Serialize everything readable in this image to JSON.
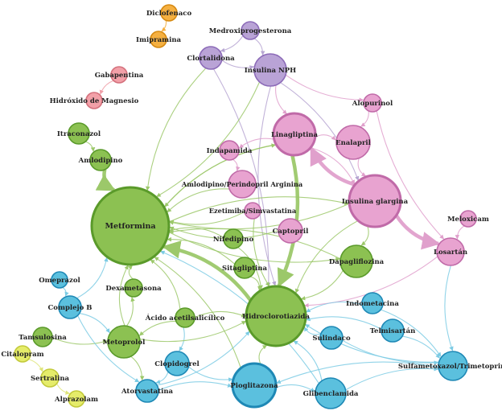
{
  "colors": {
    "green": {
      "fill": "#8cc152",
      "stroke": "#5a9a2a",
      "edge": "#9cc86a"
    },
    "blue": {
      "fill": "#5bc0de",
      "stroke": "#1e88b5",
      "edge": "#7ccbe4"
    },
    "purple": {
      "fill": "#b9a3d6",
      "stroke": "#8c6bb8",
      "edge": "#b7a6d2"
    },
    "pink": {
      "fill": "#e8a3d0",
      "stroke": "#c06aa8",
      "edge": "#e0a0cc"
    },
    "red": {
      "fill": "#f2a0a8",
      "stroke": "#d4707c",
      "edge": "#f0a0a8"
    },
    "orange": {
      "fill": "#f5b041",
      "stroke": "#d68910",
      "edge": "#f5b041"
    },
    "yellow": {
      "fill": "#e5ec6a",
      "stroke": "#c2c93a",
      "edge": "#dfe57a"
    }
  },
  "nodes": [
    {
      "id": "diclofenaco",
      "label": "Diclofenaco",
      "group": "orange"
    },
    {
      "id": "imipramina",
      "label": "Imipramina",
      "group": "orange"
    },
    {
      "id": "medroxiprogesterona",
      "label": "Medroxiprogesterona",
      "group": "purple"
    },
    {
      "id": "clortalidona",
      "label": "Clortalidona",
      "group": "purple"
    },
    {
      "id": "insulina_nph",
      "label": "Insulina NPH",
      "group": "purple"
    },
    {
      "id": "gabapentina",
      "label": "Gabapentina",
      "group": "red"
    },
    {
      "id": "hidroxido_magnesio",
      "label": "Hidróxido de Magnesio",
      "group": "red"
    },
    {
      "id": "alopurinol",
      "label": "Alopurinol",
      "group": "pink"
    },
    {
      "id": "itraconazol",
      "label": "Itraconazol",
      "group": "green"
    },
    {
      "id": "linagliptina",
      "label": "Linagliptina",
      "group": "pink"
    },
    {
      "id": "enalapril",
      "label": "Enalapril",
      "group": "pink"
    },
    {
      "id": "amlodipino",
      "label": "Amlodipino",
      "group": "green"
    },
    {
      "id": "indapamida",
      "label": "Indapamida",
      "group": "pink"
    },
    {
      "id": "amlodipino_perindopril",
      "label": "Amlodipino/Perindopril Arginina",
      "group": "pink"
    },
    {
      "id": "metformina",
      "label": "Metformina",
      "group": "green"
    },
    {
      "id": "insulina_glargina",
      "label": "Insulina glargina",
      "group": "pink"
    },
    {
      "id": "ezetimiba",
      "label": "Ezetimiba/Simvastatina",
      "group": "pink"
    },
    {
      "id": "meloxicam",
      "label": "Meloxicam",
      "group": "pink"
    },
    {
      "id": "captopril",
      "label": "Captopril",
      "group": "pink"
    },
    {
      "id": "nifedipino",
      "label": "Nifedipino",
      "group": "green"
    },
    {
      "id": "losartan",
      "label": "Losartán",
      "group": "pink"
    },
    {
      "id": "sitagliptina",
      "label": "Sitagliptina",
      "group": "green"
    },
    {
      "id": "dapagliflozina",
      "label": "Dapagliflozina",
      "group": "green"
    },
    {
      "id": "omeprazol",
      "label": "Omeprazol",
      "group": "blue"
    },
    {
      "id": "dexametasona",
      "label": "Dexametasona",
      "group": "green"
    },
    {
      "id": "complejo_b",
      "label": "Complejo B",
      "group": "blue"
    },
    {
      "id": "indometacina",
      "label": "Indometacina",
      "group": "blue"
    },
    {
      "id": "acido_acetilsalicilico",
      "label": "Ácido acetilsalicílico",
      "group": "green"
    },
    {
      "id": "hidroclorotiazida",
      "label": "Hidroclorotiazida",
      "group": "green"
    },
    {
      "id": "tamsulosina",
      "label": "Tamsulosina",
      "group": "green"
    },
    {
      "id": "telmisartan",
      "label": "Telmisartán",
      "group": "blue"
    },
    {
      "id": "sulindaco",
      "label": "Sulindaco",
      "group": "blue"
    },
    {
      "id": "metoprolol",
      "label": "Metoprolol",
      "group": "green"
    },
    {
      "id": "citalopram",
      "label": "Citalopram",
      "group": "yellow"
    },
    {
      "id": "clopidogrel",
      "label": "Clopidogrel",
      "group": "blue"
    },
    {
      "id": "sulfametoxazol",
      "label": "Sulfametoxazol/Trimetoprim",
      "group": "blue"
    },
    {
      "id": "sertralina",
      "label": "Sertralina",
      "group": "yellow"
    },
    {
      "id": "atorvastatina",
      "label": "Atorvastatina",
      "group": "blue"
    },
    {
      "id": "pioglitazona",
      "label": "Pioglitazona",
      "group": "blue"
    },
    {
      "id": "glibenclamida",
      "label": "Glibenclamida",
      "group": "blue"
    },
    {
      "id": "alprazolam",
      "label": "Alprazolam",
      "group": "yellow"
    }
  ],
  "edges": [
    {
      "from": "diclofenaco",
      "to": "imipramina",
      "group": "orange"
    },
    {
      "from": "gabapentina",
      "to": "hidroxido_magnesio",
      "group": "red"
    },
    {
      "from": "citalopram",
      "to": "sertralina",
      "group": "yellow"
    },
    {
      "from": "sertralina",
      "to": "alprazolam",
      "group": "yellow"
    },
    {
      "from": "medroxiprogesterona",
      "to": "insulina_nph",
      "group": "purple"
    },
    {
      "from": "clortalidona",
      "to": "insulina_nph",
      "group": "purple"
    },
    {
      "from": "medroxiprogesterona",
      "to": "clortalidona",
      "group": "purple"
    },
    {
      "from": "clortalidona",
      "to": "metformina",
      "group": "green"
    },
    {
      "from": "clortalidona",
      "to": "hidroclorotiazida",
      "group": "purple"
    },
    {
      "from": "insulina_nph",
      "to": "linagliptina",
      "group": "pink"
    },
    {
      "from": "insulina_nph",
      "to": "insulina_glargina",
      "group": "purple"
    },
    {
      "from": "insulina_nph",
      "to": "alopurinol",
      "group": "pink"
    },
    {
      "from": "insulina_nph",
      "to": "metformina",
      "group": "green"
    },
    {
      "from": "insulina_nph",
      "to": "hidroclorotiazida",
      "group": "purple"
    },
    {
      "from": "alopurinol",
      "to": "enalapril",
      "group": "pink"
    },
    {
      "from": "alopurinol",
      "to": "losartan",
      "group": "pink"
    },
    {
      "from": "itraconazol",
      "to": "amlodipino",
      "group": "green"
    },
    {
      "from": "amlodipino",
      "to": "metformina",
      "group": "green",
      "heavy": true
    },
    {
      "from": "linagliptina",
      "to": "enalapril",
      "group": "pink"
    },
    {
      "from": "linagliptina",
      "to": "indapamida",
      "group": "pink"
    },
    {
      "from": "linagliptina",
      "to": "insulina_glargina",
      "group": "pink"
    },
    {
      "from": "linagliptina",
      "to": "metformina",
      "group": "green"
    },
    {
      "from": "linagliptina",
      "to": "hidroclorotiazida",
      "group": "green",
      "heavy": true
    },
    {
      "from": "enalapril",
      "to": "insulina_glargina",
      "group": "pink"
    },
    {
      "from": "indapamida",
      "to": "amlodipino_perindopril",
      "group": "pink"
    },
    {
      "from": "amlodipino_perindopril",
      "to": "metformina",
      "group": "green"
    },
    {
      "from": "insulina_glargina",
      "to": "linagliptina",
      "group": "pink",
      "heavy": true
    },
    {
      "from": "insulina_glargina",
      "to": "losartan",
      "group": "pink",
      "heavy": true
    },
    {
      "from": "insulina_glargina",
      "to": "metformina",
      "group": "green"
    },
    {
      "from": "insulina_glargina",
      "to": "hidroclorotiazida",
      "group": "green"
    },
    {
      "from": "insulina_glargina",
      "to": "dapagliflozina",
      "group": "green"
    },
    {
      "from": "meloxicam",
      "to": "losartan",
      "group": "pink"
    },
    {
      "from": "ezetimiba",
      "to": "metformina",
      "group": "green"
    },
    {
      "from": "ezetimiba",
      "to": "hidroclorotiazida",
      "group": "green"
    },
    {
      "from": "captopril",
      "to": "metformina",
      "group": "green"
    },
    {
      "from": "nifedipino",
      "to": "metformina",
      "group": "green"
    },
    {
      "from": "nifedipino",
      "to": "hidroclorotiazida",
      "group": "green"
    },
    {
      "from": "sitagliptina",
      "to": "metformina",
      "group": "green"
    },
    {
      "from": "sitagliptina",
      "to": "hidroclorotiazida",
      "group": "green"
    },
    {
      "from": "dapagliflozina",
      "to": "metformina",
      "group": "green"
    },
    {
      "from": "dapagliflozina",
      "to": "hidroclorotiazida",
      "group": "green"
    },
    {
      "from": "losartan",
      "to": "sulfametoxazol",
      "group": "blue"
    },
    {
      "from": "losartan",
      "to": "hidroclorotiazida",
      "group": "pink"
    },
    {
      "from": "hidroclorotiazida",
      "to": "metformina",
      "group": "green",
      "heavy": true
    },
    {
      "from": "dexametasona",
      "to": "metformina",
      "group": "green"
    },
    {
      "from": "acido_acetilsalicilico",
      "to": "metformina",
      "group": "green"
    },
    {
      "from": "acido_acetilsalicilico",
      "to": "hidroclorotiazida",
      "group": "green"
    },
    {
      "from": "acido_acetilsalicilico",
      "to": "metoprolol",
      "group": "green"
    },
    {
      "from": "acido_acetilsalicilico",
      "to": "clopidogrel",
      "group": "blue"
    },
    {
      "from": "tamsulosina",
      "to": "metoprolol",
      "group": "green"
    },
    {
      "from": "metoprolol",
      "to": "metformina",
      "group": "green"
    },
    {
      "from": "metoprolol",
      "to": "hidroclorotiazida",
      "group": "green"
    },
    {
      "from": "metoprolol",
      "to": "atorvastatina",
      "group": "green"
    },
    {
      "from": "metoprolol",
      "to": "dexametasona",
      "group": "green"
    },
    {
      "from": "omeprazol",
      "to": "complejo_b",
      "group": "blue"
    },
    {
      "from": "complejo_b",
      "to": "metformina",
      "group": "blue"
    },
    {
      "from": "complejo_b",
      "to": "metoprolol",
      "group": "blue"
    },
    {
      "from": "complejo_b",
      "to": "atorvastatina",
      "group": "blue"
    },
    {
      "from": "clopidogrel",
      "to": "atorvastatina",
      "group": "blue"
    },
    {
      "from": "clopidogrel",
      "to": "pioglitazona",
      "group": "blue"
    },
    {
      "from": "atorvastatina",
      "to": "pioglitazona",
      "group": "blue"
    },
    {
      "from": "atorvastatina",
      "to": "hidroclorotiazida",
      "group": "blue"
    },
    {
      "from": "pioglitazona",
      "to": "hidroclorotiazida",
      "group": "green"
    },
    {
      "from": "pioglitazona",
      "to": "metformina",
      "group": "green"
    },
    {
      "from": "pioglitazona",
      "to": "glibenclamida",
      "group": "blue"
    },
    {
      "from": "glibenclamida",
      "to": "hidroclorotiazida",
      "group": "blue"
    },
    {
      "from": "glibenclamida",
      "to": "sulfametoxazol",
      "group": "blue"
    },
    {
      "from": "glibenclamida",
      "to": "metformina",
      "group": "blue"
    },
    {
      "from": "sulindaco",
      "to": "hidroclorotiazida",
      "group": "blue"
    },
    {
      "from": "sulindaco",
      "to": "sulfametoxazol",
      "group": "blue"
    },
    {
      "from": "indometacina",
      "to": "sulfametoxazol",
      "group": "blue"
    },
    {
      "from": "indometacina",
      "to": "hidroclorotiazida",
      "group": "blue"
    },
    {
      "from": "telmisartan",
      "to": "sulfametoxazol",
      "group": "blue"
    },
    {
      "from": "telmisartan",
      "to": "hidroclorotiazida",
      "group": "blue"
    },
    {
      "from": "sulfametoxazol",
      "to": "hidroclorotiazida",
      "group": "blue"
    },
    {
      "from": "sulfametoxazol",
      "to": "pioglitazona",
      "group": "blue"
    },
    {
      "from": "metformina",
      "to": "insulina_glargina",
      "group": "green"
    },
    {
      "from": "metformina",
      "to": "dapagliflozina",
      "group": "green"
    },
    {
      "from": "metformina",
      "to": "linagliptina",
      "group": "green"
    }
  ]
}
